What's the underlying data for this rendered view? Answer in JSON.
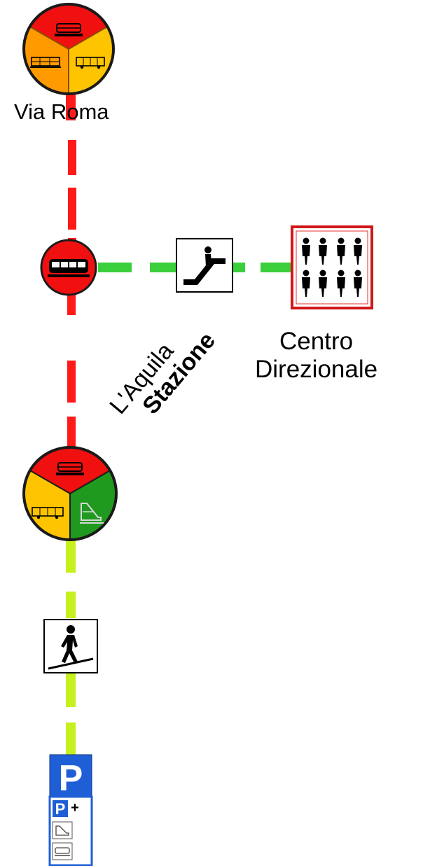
{
  "stops": {
    "via_roma": {
      "name": "Via Roma"
    },
    "centro": {
      "line1": "Centro",
      "line2": "Direzionale"
    },
    "stazione": {
      "line1": "L'Aquila",
      "line2": "Stazione"
    }
  },
  "parking": {
    "main_letter": "P",
    "small_letter": "P",
    "plus": "+"
  },
  "colors": {
    "metro_line": "#ff0000",
    "escalator_path": "#3bcf3b",
    "walk_path": "#c6f01e",
    "circle_red": "#f01010",
    "circle_orange": "#ff9a00",
    "circle_yellow": "#ffc400",
    "circle_green": "#1f9a1f",
    "parking_blue": "#1f5fd6",
    "office_border": "#d01818"
  },
  "icons": [
    "tram-icon",
    "train-icon",
    "bus-icon",
    "metro-icon",
    "escalator-icon",
    "people-icon",
    "pedestrian-ramp-icon",
    "parking-icon",
    "park-and-ride-icon"
  ]
}
